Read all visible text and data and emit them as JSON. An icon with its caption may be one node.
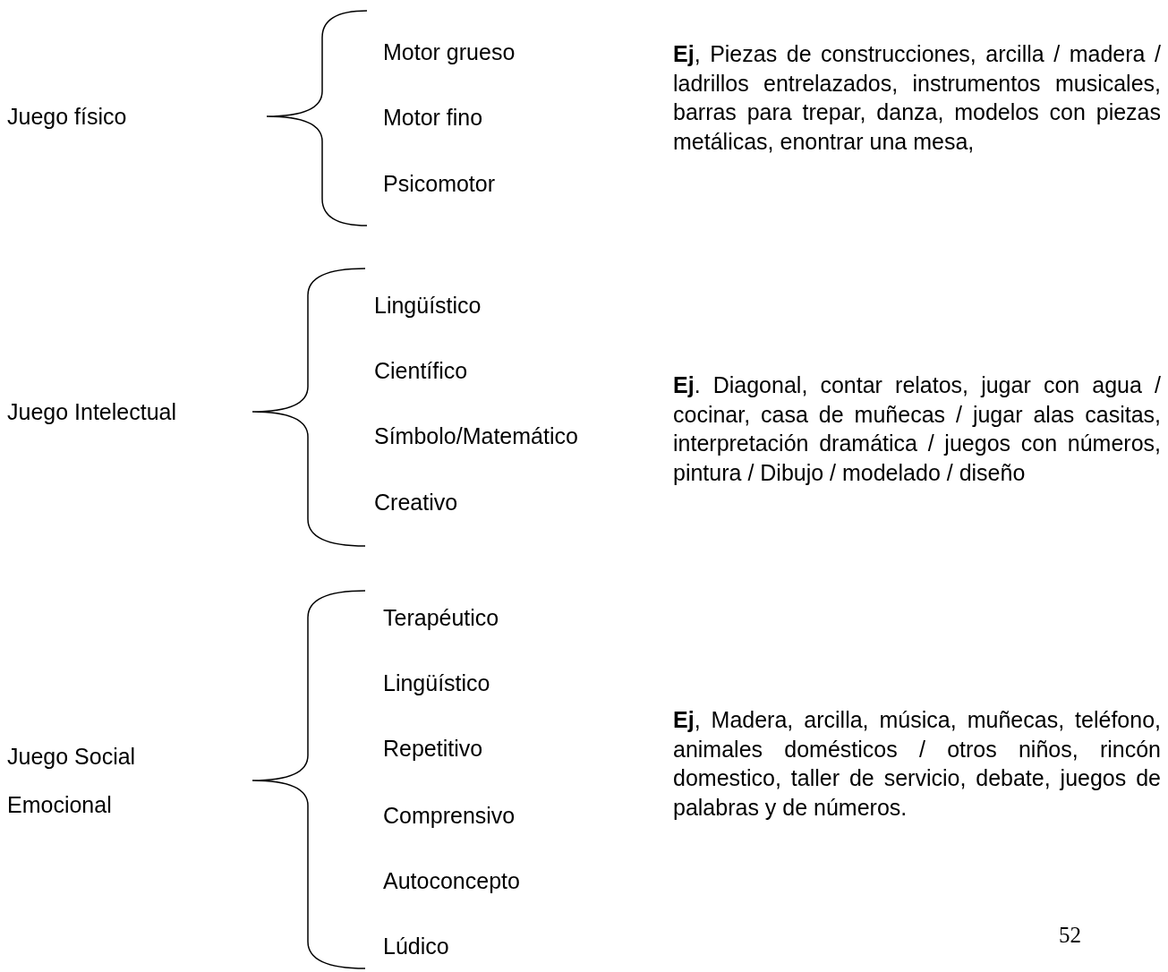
{
  "diagram": {
    "labels": [
      "Juego físico",
      "Motor grueso",
      "Motor fino",
      "Psicomotor",
      "**Ej**, Piezas de construcciones, arcilla / madera / ladrillos entrelazados, instrumentos musicales, barras para trepar, danza, modelos con piezas metálicas, enontrar una mesa,",
      "Juego Intelectual",
      "Lingüístico",
      "Científico",
      "Símbolo/Matemático",
      "Creativo",
      "**Ej**. Diagonal, contar relatos, jugar con agua / cocinar, casa de muñecas / jugar alas casitas, interpretación dramática / juegos con números, pintura / Dibujo / modelado / diseño",
      "Juego Social Emocional",
      "Terapéutico",
      "Lingüístico",
      "Repetitivo",
      "Comprensivo",
      "Autoconcepto",
      "Lúdico",
      "**Ej**, Madera, arcilla, música, muñecas, teléfono, animales domésticos / otros niños, rincón domestico, taller de servicio, debate, juegos de palabras y de números.",
      "52"
    ]
  }
}
